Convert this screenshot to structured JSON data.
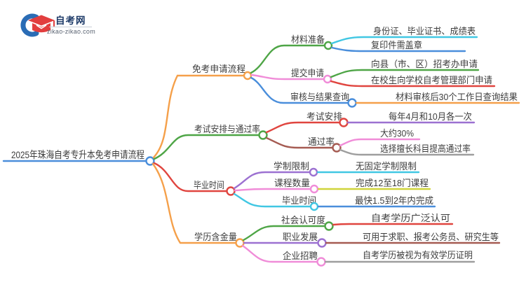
{
  "logo": {
    "site_name": "自考网",
    "site_url": "zikao-zikao.com"
  },
  "colors": {
    "orange": "#F5A04A",
    "green": "#4EA546",
    "red": "#E0453F",
    "blue": "#4A8EDB",
    "cyan": "#41C7E3",
    "pink": "#F08CD8",
    "purple": "#9C71D1",
    "brown": "#A55B52",
    "yellow": "#CFD53B",
    "gray": "#9E9E9E",
    "text": "#3D3D3D",
    "logo_navy": "#1D3A68",
    "logo_blue": "#2A6CB5",
    "logo_red": "#E23E3E"
  },
  "mindmap": {
    "root": {
      "label": "2025年珠海自考专升本免考申请流程",
      "color": "blue"
    },
    "branches": [
      {
        "label": "免考申请流程",
        "color": "orange",
        "children": [
          {
            "label": "材料准备",
            "color": "green",
            "children": [
              {
                "label": "身份证、毕业证书、成绩表",
                "color": "cyan"
              },
              {
                "label": "复印件需盖章",
                "color": "blue"
              }
            ]
          },
          {
            "label": "提交申请",
            "color": "pink",
            "children": [
              {
                "label": "向县（市、区）招考办申请",
                "color": "green"
              },
              {
                "label": "在校生向学校自考管理部门申请",
                "color": "red"
              }
            ]
          },
          {
            "label": "审核与结果查询",
            "color": "blue",
            "children": [
              {
                "label": "材料审核后30个工作日查询结果",
                "color": "orange"
              }
            ]
          }
        ]
      },
      {
        "label": "考试安排与通过率",
        "color": "green",
        "children": [
          {
            "label": "考试安排",
            "color": "red",
            "children": [
              {
                "label": "每年4月和10月各一次",
                "color": "purple"
              }
            ]
          },
          {
            "label": "通过率",
            "color": "brown",
            "children": [
              {
                "label": "大约30%",
                "color": "pink"
              },
              {
                "label": "选择擅长科目提高通过率",
                "color": "gray"
              }
            ]
          }
        ]
      },
      {
        "label": "毕业时间",
        "color": "red",
        "children": [
          {
            "label": "学制限制",
            "color": "purple",
            "children": [
              {
                "label": "无固定学制限制",
                "color": "cyan"
              }
            ]
          },
          {
            "label": "课程数量",
            "color": "pink",
            "children": [
              {
                "label": "完成12至18门课程",
                "color": "yellow"
              }
            ]
          },
          {
            "label": "毕业时间",
            "color": "cyan",
            "children": [
              {
                "label": "最快1.5到2年内完成",
                "color": "blue"
              }
            ]
          }
        ]
      },
      {
        "label": "学历含金量",
        "color": "orange",
        "children": [
          {
            "label": "社会认可度",
            "color": "green",
            "children": [
              {
                "label": "自考学历广泛认可",
                "color": "red"
              }
            ]
          },
          {
            "label": "职业发展",
            "color": "purple",
            "children": [
              {
                "label": "可用于求职、报考公务员、研究生等",
                "color": "brown"
              }
            ]
          },
          {
            "label": "企业招聘",
            "color": "pink",
            "children": [
              {
                "label": "自考学历被视为有效学历证明",
                "color": "gray"
              }
            ]
          }
        ]
      }
    ]
  }
}
